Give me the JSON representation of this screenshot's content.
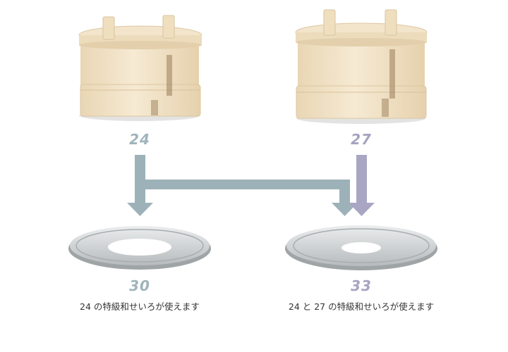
{
  "steamers": [
    {
      "size_label": "24"
    },
    {
      "size_label": "27"
    }
  ],
  "trays": [
    {
      "size_label": "30",
      "caption": "24 の特級和せいろが使えます"
    },
    {
      "size_label": "33",
      "caption": "24 と 27 の特級和せいろが使えます"
    }
  ],
  "colors": {
    "arrow_gray": "#9db2b8",
    "arrow_purple": "#a9a6c4",
    "label_gray": "#9fb4bb",
    "label_purple": "#a6a3c1",
    "wood": "#f1e2c6"
  }
}
